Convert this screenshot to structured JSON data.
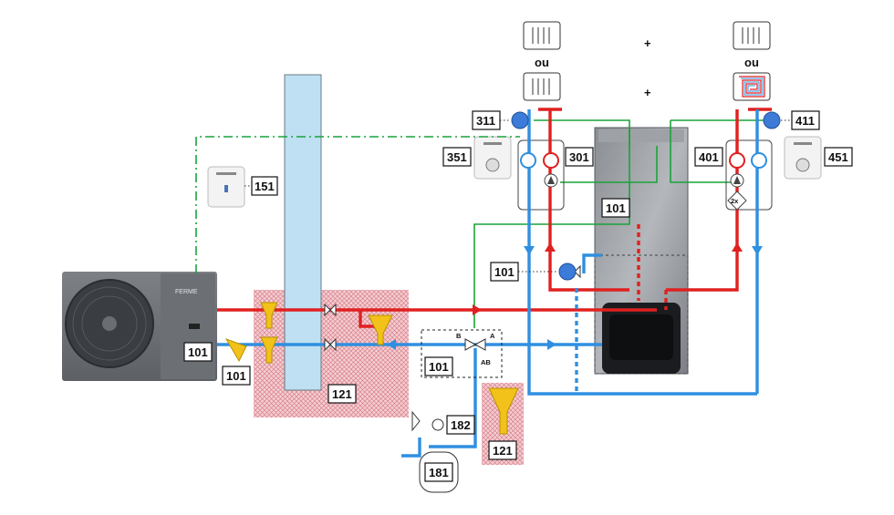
{
  "labels": {
    "l101_a": "101",
    "l101_b": "101",
    "l101_c": "101",
    "l101_d": "101",
    "l101_e": "101",
    "l121_a": "121",
    "l121_b": "121",
    "l151": "151",
    "l181": "181",
    "l182": "182",
    "l301": "301",
    "l311": "311",
    "l351": "351",
    "l401": "401",
    "l411": "411",
    "l451": "451"
  },
  "text": {
    "ou_left": "ou",
    "ou_right": "ou",
    "plus_top": "+",
    "plus_mid": "+",
    "valve_b": "B",
    "valve_a": "A",
    "valve_ab": "AB",
    "mixer_2x": "2x",
    "brand": "FERME"
  },
  "colors": {
    "hot": "#e02020",
    "cold": "#2f8fe0",
    "signal": "#1aa33c",
    "buffer": "#bfe0f2",
    "hatch": "#e8a0a8"
  }
}
